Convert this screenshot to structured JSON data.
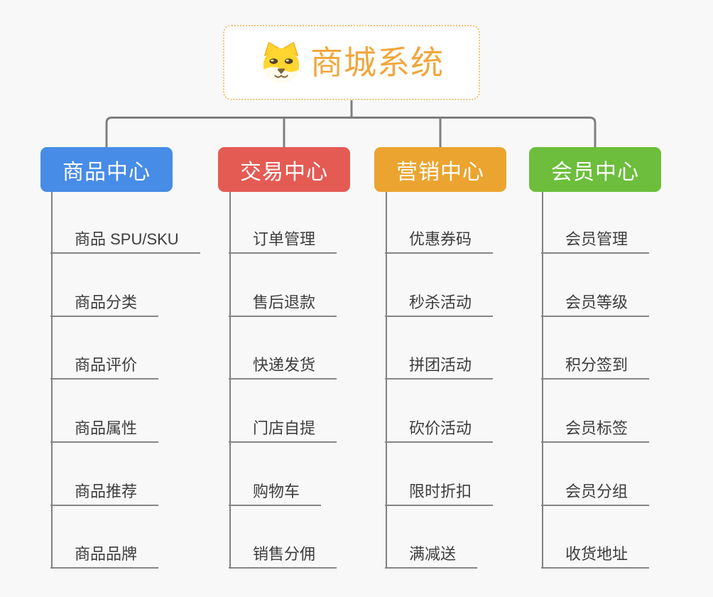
{
  "root": {
    "label": "商城系统",
    "icon": "dog-face-icon",
    "text_color": "#f0a73e",
    "border_color": "#f3c172"
  },
  "connector_color": "#7f7f7f",
  "branches": [
    {
      "label": "商品中心",
      "color": "#478ce6",
      "items": [
        "商品 SPU/SKU",
        "商品分类",
        "商品评价",
        "商品属性",
        "商品推荐",
        "商品品牌"
      ]
    },
    {
      "label": "交易中心",
      "color": "#e45b54",
      "items": [
        "订单管理",
        "售后退款",
        "快递发货",
        "门店自提",
        "购物车",
        "销售分佣"
      ]
    },
    {
      "label": "营销中心",
      "color": "#eba42f",
      "items": [
        "优惠券码",
        "秒杀活动",
        "拼团活动",
        "砍价活动",
        "限时折扣",
        "满减送"
      ]
    },
    {
      "label": "会员中心",
      "color": "#6cbe3c",
      "items": [
        "会员管理",
        "会员等级",
        "积分签到",
        "会员标签",
        "会员分组",
        "收货地址"
      ]
    }
  ]
}
